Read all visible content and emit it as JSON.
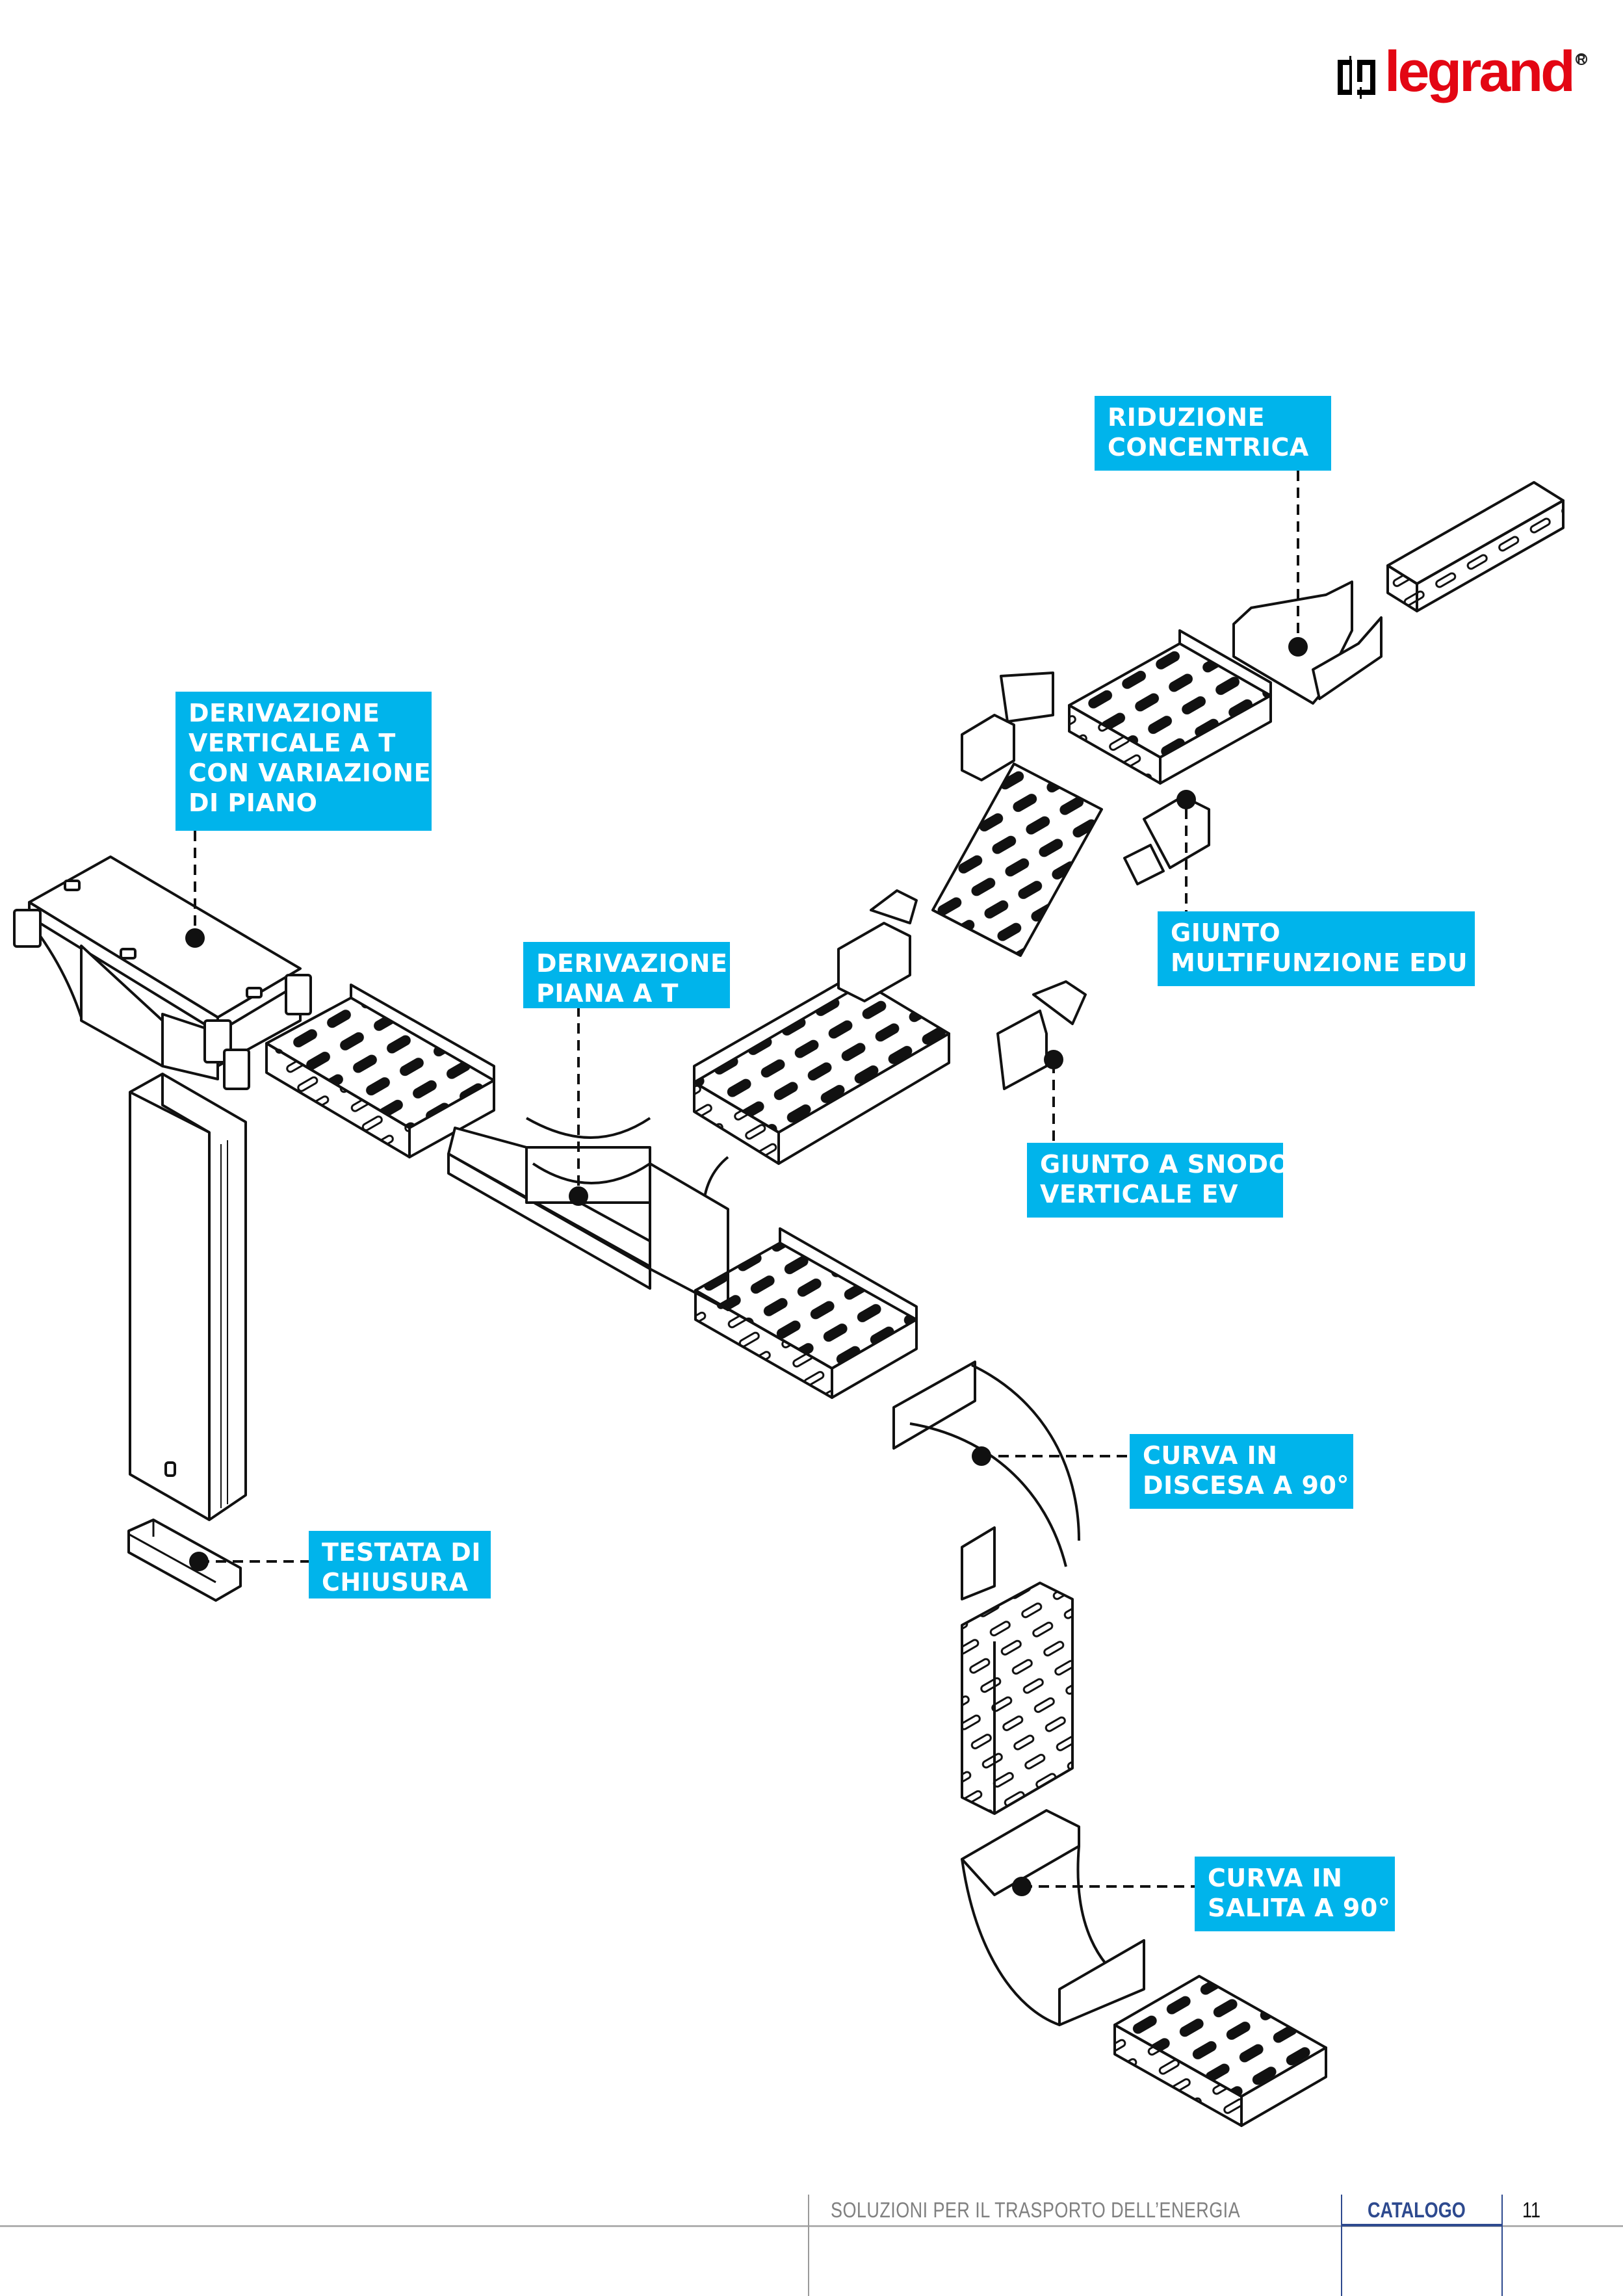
{
  "brand": {
    "name": "legrand",
    "registered_mark": "R",
    "color": "#e30613",
    "mark_color": "#000000"
  },
  "callout_color": "#00b4eb",
  "callouts": [
    {
      "id": "riduzione-concentrica",
      "lines": [
        "RIDUZIONE",
        "CONCENTRICA"
      ]
    },
    {
      "id": "derivazione-verticale-t",
      "lines": [
        "DERIVAZIONE",
        "VERTICALE A  T",
        "CON VARIAZIONE",
        "DI PIANO"
      ]
    },
    {
      "id": "derivazione-piana-t",
      "lines": [
        "DERIVAZIONE",
        "PIANA A T"
      ]
    },
    {
      "id": "giunto-multifunzione",
      "lines": [
        "GIUNTO",
        "MULTIFUNZIONE EDU"
      ]
    },
    {
      "id": "giunto-snodo",
      "lines": [
        "GIUNTO A SNODO",
        "VERTICALE EV"
      ]
    },
    {
      "id": "curva-discesa",
      "lines": [
        "CURVA IN",
        "DISCESA A 90°"
      ]
    },
    {
      "id": "testata-chiusura",
      "lines": [
        "TESTATA DI",
        "CHIUSURA"
      ]
    },
    {
      "id": "curva-salita",
      "lines": [
        "CURVA IN",
        "SALITA A 90°"
      ]
    }
  ],
  "footer": {
    "section": "SOLUZIONI PER IL TRASPORTO DELL’ENERGIA",
    "catalog": "CATALOGO",
    "page": "11",
    "catalog_color": "#2e4a8f"
  }
}
